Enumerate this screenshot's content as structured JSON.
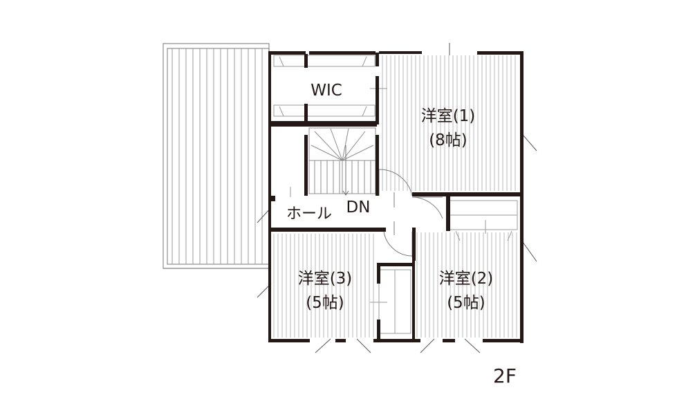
{
  "floor_label": "2F",
  "rooms": {
    "wic": "WIC",
    "bedroom1_name": "洋室(1)",
    "bedroom1_size": "(8帖)",
    "bedroom2_name": "洋室(2)",
    "bedroom2_size": "(5帖)",
    "bedroom3_name": "洋室(3)",
    "bedroom3_size": "(5帖)",
    "hall": "ホール",
    "stairs_dn": "DN"
  },
  "colors": {
    "wall": "#231815",
    "line": "#9a9a9a",
    "background": "#ffffff"
  }
}
